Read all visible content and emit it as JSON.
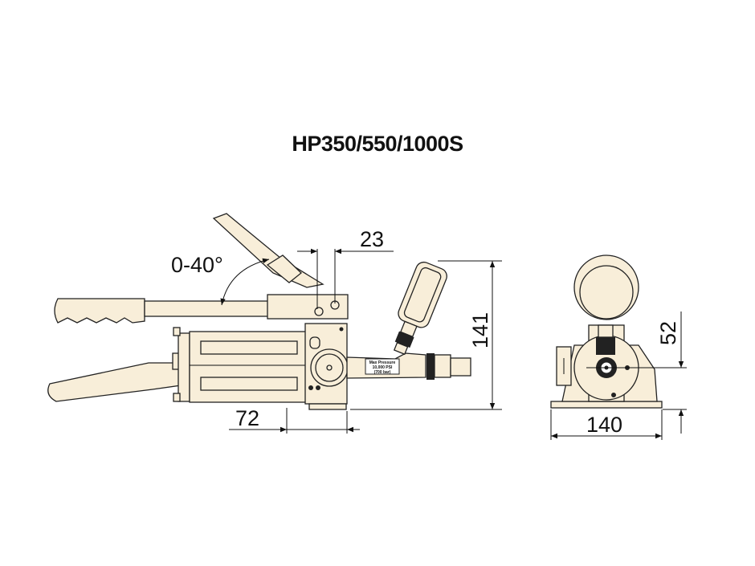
{
  "title": "HP350/550/1000S",
  "dimensions": {
    "angle": "0-40°",
    "offset": "23",
    "height": "141",
    "length": "72",
    "width": "140",
    "outlet_height": "52"
  },
  "label_plate": {
    "line1": "Max Pressure",
    "line2": "10,000 PSI",
    "line3": "(700 bar)"
  },
  "colors": {
    "body": "#f8eed9",
    "line": "#222222"
  }
}
